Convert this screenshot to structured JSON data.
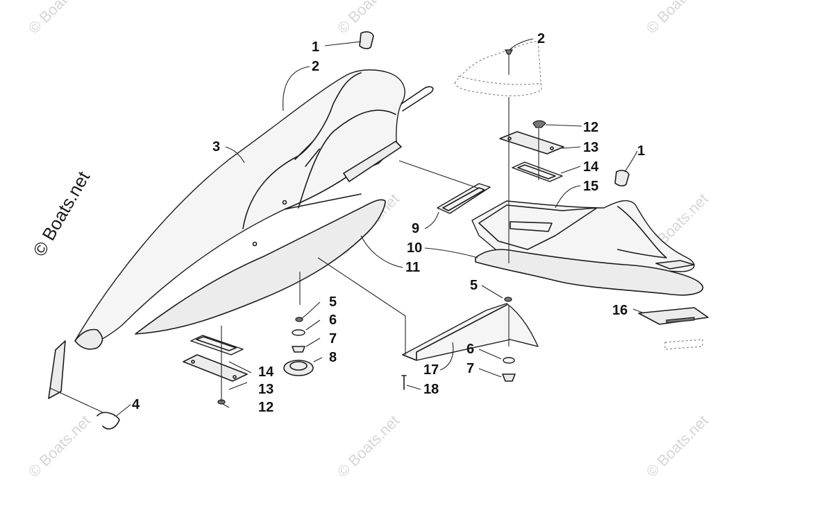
{
  "copyright": "© Boats.net",
  "watermark": "© Boats.net",
  "callouts": [
    {
      "id": "c1a",
      "label": "1"
    },
    {
      "id": "c2a",
      "label": "2"
    },
    {
      "id": "c3",
      "label": "3"
    },
    {
      "id": "c4",
      "label": "4"
    },
    {
      "id": "c5a",
      "label": "5"
    },
    {
      "id": "c6a",
      "label": "6"
    },
    {
      "id": "c7a",
      "label": "7"
    },
    {
      "id": "c8",
      "label": "8"
    },
    {
      "id": "c14a",
      "label": "14"
    },
    {
      "id": "c13a",
      "label": "13"
    },
    {
      "id": "c12a",
      "label": "12"
    },
    {
      "id": "c2b",
      "label": "2"
    },
    {
      "id": "c12b",
      "label": "12"
    },
    {
      "id": "c13b",
      "label": "13"
    },
    {
      "id": "c14b",
      "label": "14"
    },
    {
      "id": "c15",
      "label": "15"
    },
    {
      "id": "c1b",
      "label": "1"
    },
    {
      "id": "c9",
      "label": "9"
    },
    {
      "id": "c10",
      "label": "10"
    },
    {
      "id": "c11",
      "label": "11"
    },
    {
      "id": "c5b",
      "label": "5"
    },
    {
      "id": "c6b",
      "label": "6"
    },
    {
      "id": "c7b",
      "label": "7"
    },
    {
      "id": "c16",
      "label": "16"
    },
    {
      "id": "c17",
      "label": "17"
    },
    {
      "id": "c18",
      "label": "18"
    }
  ]
}
